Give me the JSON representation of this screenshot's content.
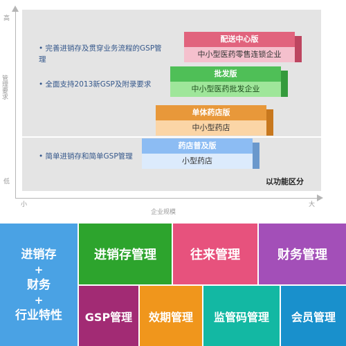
{
  "axes": {
    "y_high": "高",
    "y_low": "低",
    "y_label": "管理要求",
    "x_small": "小",
    "x_large": "大",
    "x_label": "企业规模"
  },
  "features": [
    "• 完善进销存及贯穿业务流程的GSP管理",
    "• 全面支持2013新GSP及附录要求",
    "• 简单进销存和简单GSP管理"
  ],
  "steps": {
    "chain": {
      "edition": "配送中心版",
      "target": "中小型医药零售连锁企业"
    },
    "wholesale": {
      "edition": "批发版",
      "target": "中小型医药批发企业"
    },
    "single": {
      "edition": "单体药店版",
      "target": "中小型药店"
    },
    "pharmacy": {
      "edition": "药店普及版",
      "target": "小型药店"
    }
  },
  "function_note": "以功能区分",
  "summary": {
    "line1": "进销存",
    "plus": "+",
    "line2": "财务",
    "line3": "行业特性"
  },
  "modules": {
    "inventory": "进销存管理",
    "contacts": "往来管理",
    "finance": "财务管理",
    "gsp": "GSP管理",
    "expiry": "效期管理",
    "supervision": "监管码管理",
    "member": "会员管理"
  },
  "colors": {
    "chain": "#e1637d",
    "wholesale": "#4fbf57",
    "single": "#e8983a",
    "pharmacy": "#8cbcf3",
    "summary_tile": "#4aa2e4",
    "inventory_tile": "#2da42d",
    "contacts_tile": "#e7527d",
    "finance_tile": "#a34fb8",
    "gsp_tile": "#a22b74",
    "expiry_tile": "#f0961c",
    "supervision_tile": "#13b8a3",
    "member_tile": "#1990cc"
  }
}
